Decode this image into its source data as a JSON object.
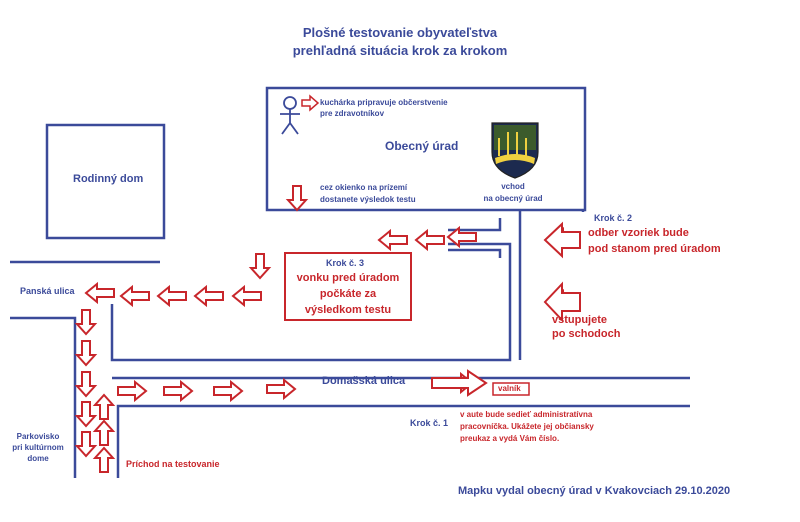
{
  "title": {
    "line1": "Plošné testovanie obyvateľstva",
    "line2": "prehľadná situácia krok za krokom"
  },
  "buildings": {
    "family_house": "Rodinný dom",
    "office": "Obecný úrad",
    "entrance_line1": "vchod",
    "entrance_line2": "na obecný úrad"
  },
  "office_notes": {
    "cook_line1": "kuchárka pripravuje občerstvenie",
    "cook_line2": "pre zdravotníkov",
    "window_line1": "cez okienko na prízemí",
    "window_line2": "dostanete výsledok testu"
  },
  "streets": {
    "panska": "Panská ulica",
    "domasska": "Domašská ulica",
    "parking_line1": "Parkovisko",
    "parking_line2": "pri kultúrnom",
    "parking_line3": "dome"
  },
  "steps": {
    "step1_label": "Krok č. 1",
    "step1_line1": "v aute bude sedieť administratívna",
    "step1_line2": "pracovníčka. Ukážete jej občiansky",
    "step1_line3": "preukaz a vydá Vám číslo.",
    "step2_label": "Krok č. 2",
    "step2_line1": "odber vzoriek bude",
    "step2_line2": "pod stanom pred úradom",
    "step3_label": "Krok č. 3",
    "step3_line1": "vonku pred úradom",
    "step3_line2": "počkáte za",
    "step3_line3": "výsledkom testu",
    "stairs_line1": "vstupujete",
    "stairs_line2": "po schodoch",
    "arrival": "Príchod na testovanie",
    "trailer": "valník"
  },
  "footer": "Mapku vydal obecný úrad v Kvakovciach 29.10.2020",
  "icons": [
    "stick-figure-icon",
    "coat-of-arms-icon",
    "arrow-right-icon",
    "arrow-left-icon",
    "arrow-up-icon",
    "arrow-down-icon"
  ],
  "colors": {
    "blue": "#3b4a9a",
    "red": "#c8262b"
  }
}
